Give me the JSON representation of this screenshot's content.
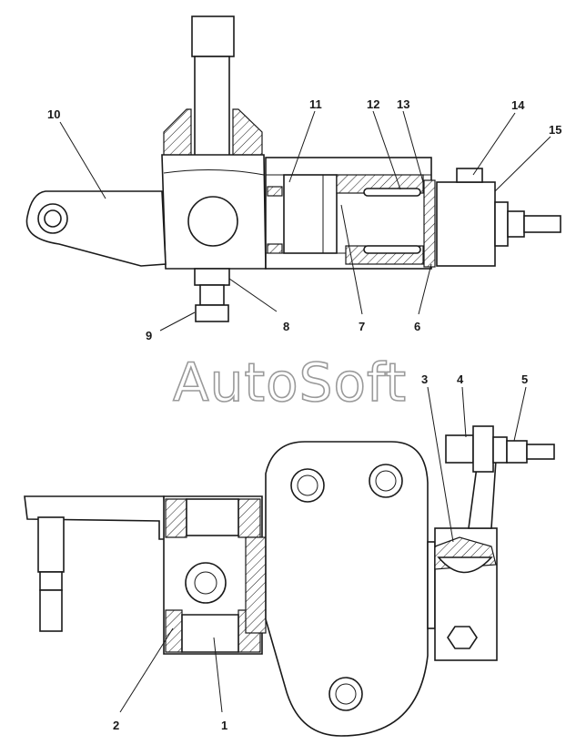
{
  "watermark": "AutoSoft",
  "top_view": {
    "callouts": [
      "10",
      "11",
      "12",
      "13",
      "14",
      "15",
      "9",
      "8",
      "7",
      "6"
    ]
  },
  "bottom_view": {
    "callouts": [
      "3",
      "4",
      "5",
      "2",
      "1"
    ]
  },
  "colors": {
    "line": "#1a1a1a",
    "watermark_outline": "#9a9a9a",
    "background": "#ffffff"
  }
}
